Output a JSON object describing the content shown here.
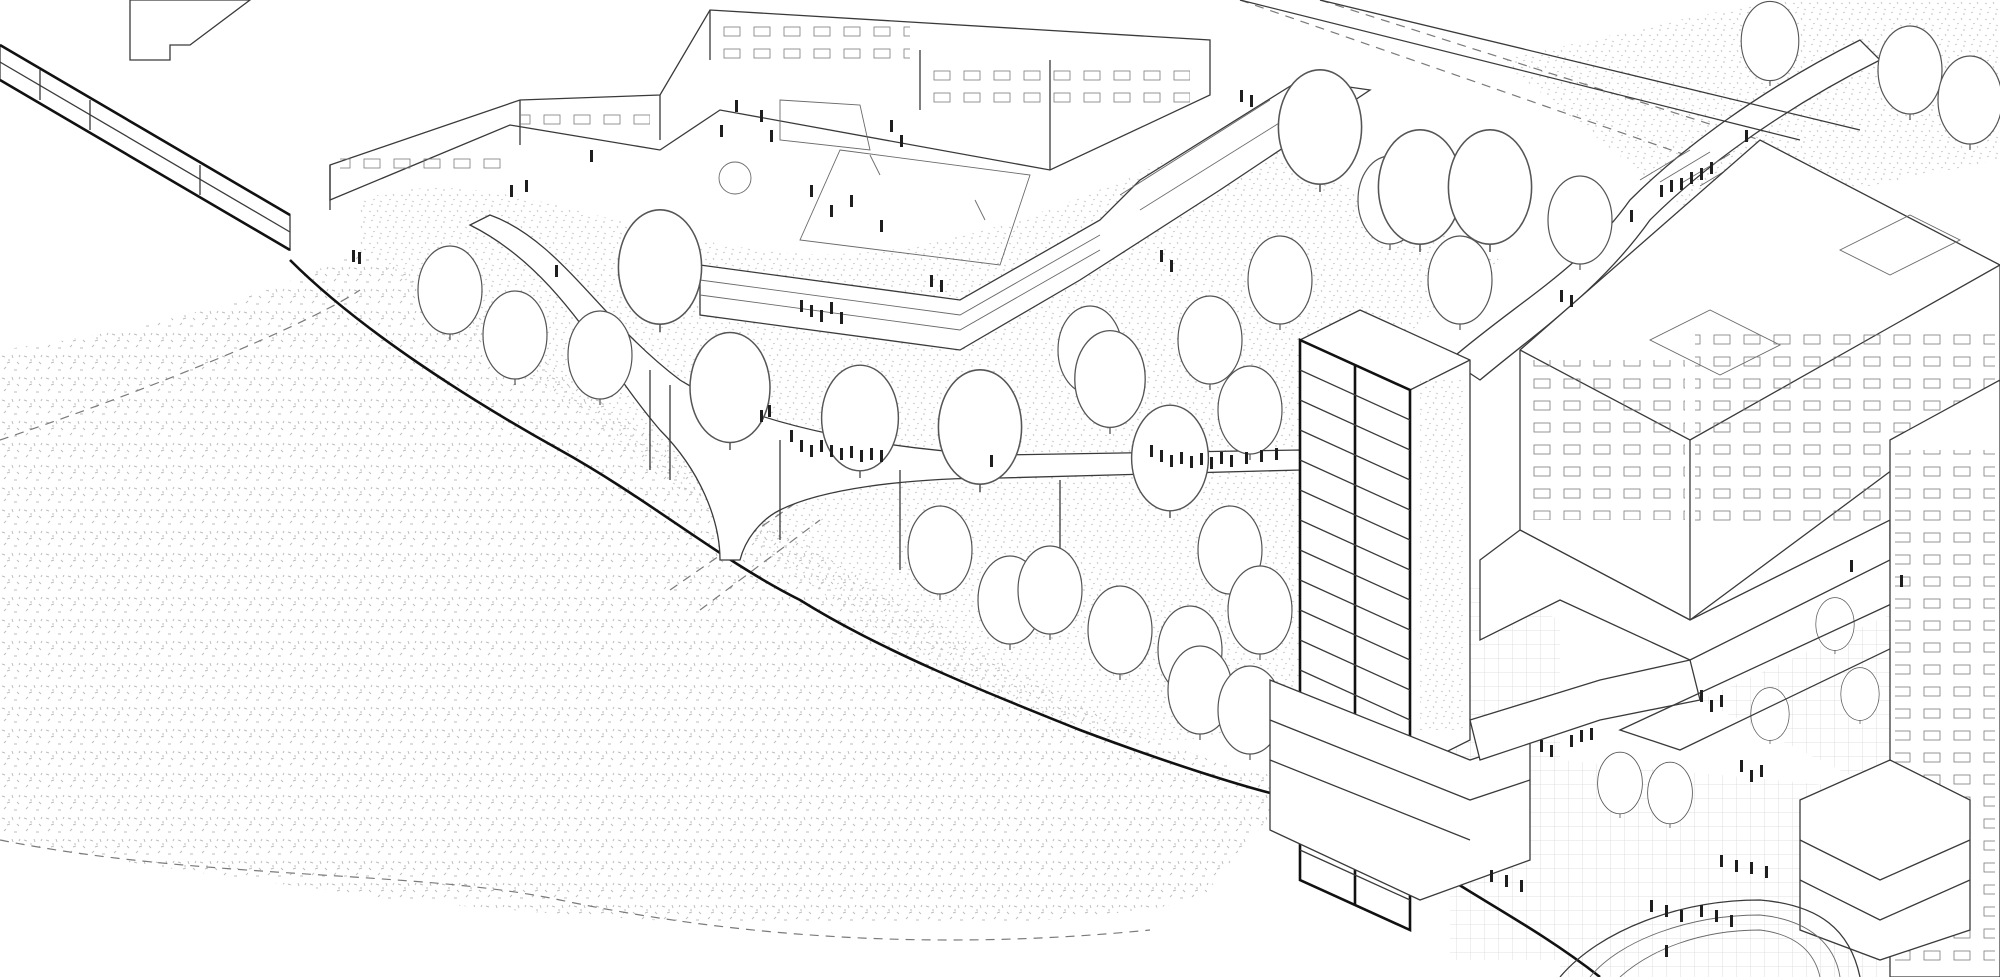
{
  "drawing": {
    "type": "axonometric-urban-section",
    "palette": {
      "background": "#ffffff",
      "linework": "#3a3a3a",
      "heavy_line": "#111111",
      "texture": "#bdbdbd",
      "figures": "#1e1e1e"
    },
    "elements": [
      "school-building",
      "sports-field",
      "elevated-walkway",
      "residential-tower",
      "housing-block",
      "courtyard",
      "street-crossing",
      "slab-block",
      "tree-canopy",
      "ground-texture",
      "people-figures"
    ]
  }
}
